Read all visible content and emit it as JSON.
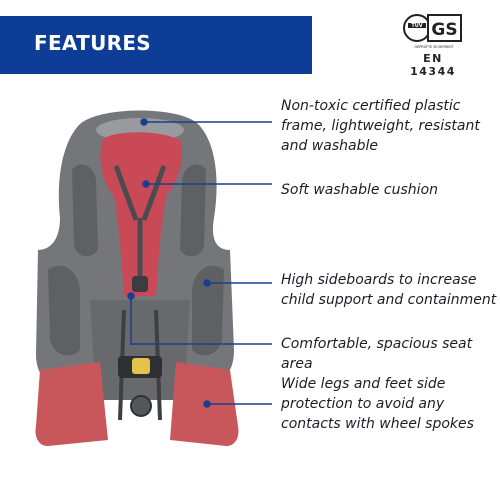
{
  "banner": {
    "title": "FEATURES"
  },
  "certification": {
    "mark_tuv": "TÜV",
    "mark_gs": "GS",
    "caption": "GEPRÜFTE SICHERHEIT",
    "standard": "EN 14344"
  },
  "features": [
    {
      "text": "Non-toxic certified plastic\nframe, lightweight, resistant\nand washable"
    },
    {
      "text": "Soft washable cushion"
    },
    {
      "text": "High sideboards to increase\nchild support and containment"
    },
    {
      "text": "Comfortable, spacious seat area"
    },
    {
      "text": "Wide legs and feet side\nprotection to avoid any\ncontacts with wheel spokes"
    }
  ],
  "colors": {
    "banner": "#0d3d96",
    "leader": "#1b3f8e",
    "frame": "#6f7074",
    "cushion": "#c94a56",
    "footrest": "#c8575c"
  }
}
